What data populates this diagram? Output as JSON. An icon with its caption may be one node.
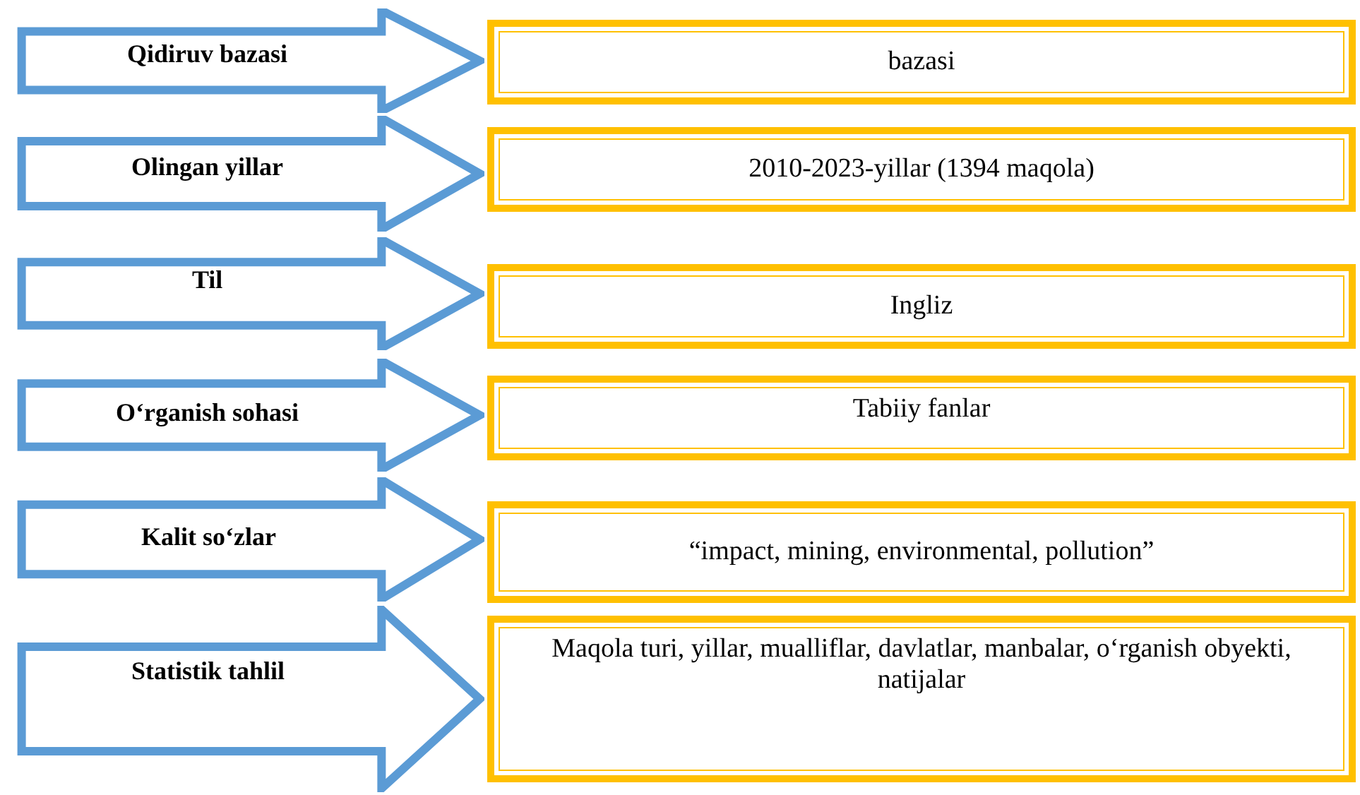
{
  "diagram": {
    "nodes": [
      {
        "text": [
          "Qidiruv bazasi"
        ]
      },
      {
        "text": [
          "bazasi"
        ]
      },
      {
        "text": [
          "Olingan yillar"
        ]
      },
      {
        "text": [
          "2010-2023-yillar (1394 maqola)"
        ]
      },
      {
        "text": [
          "Til"
        ]
      },
      {
        "text": [
          "Ingliz"
        ]
      },
      {
        "text": [
          "O‘rganish sohasi"
        ]
      },
      {
        "text": [
          "Tabiiy fanlar"
        ]
      },
      {
        "text": [
          "Kalit so‘zlar"
        ]
      },
      {
        "text": [
          "“impact, mining, environmental, pollution”"
        ]
      },
      {
        "text": [
          "Statistik tahlil"
        ]
      },
      {
        "text": [
          "Maqola turi, yillar, mualliflar, davlatlar, manbalar, o‘rganish obyekti, natijalar"
        ]
      }
    ]
  }
}
